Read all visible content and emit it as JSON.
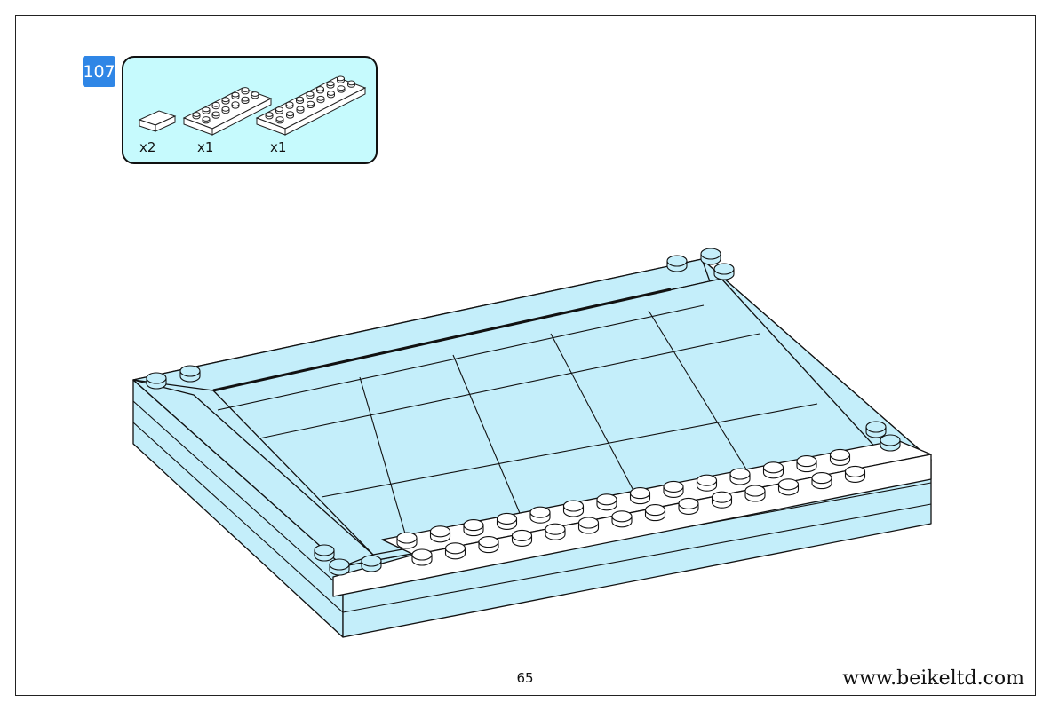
{
  "step": {
    "number": "107"
  },
  "parts": [
    {
      "name": "tile-1x2",
      "qty": "x2"
    },
    {
      "name": "plate-2x6",
      "qty": "x1"
    },
    {
      "name": "plate-2x8",
      "qty": "x1"
    }
  ],
  "colors": {
    "brick": "#c4eefa",
    "new_part": "#ffffff",
    "badge": "#2f86e6",
    "panel": "#c6fafd"
  },
  "footer": {
    "page_number": "65",
    "website": "www.beikeltd.com"
  }
}
